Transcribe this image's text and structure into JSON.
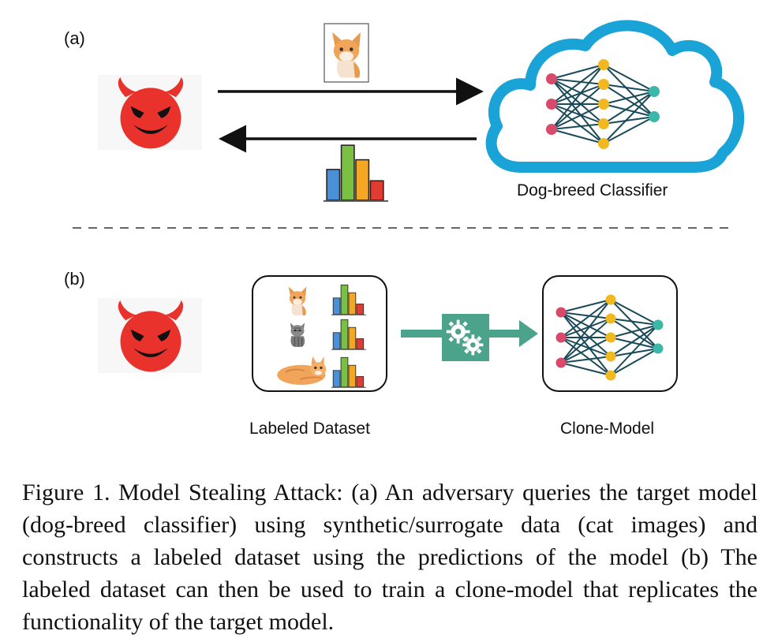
{
  "panel_a": {
    "label": "(a)",
    "classifier_label": "Dog-breed Classifier"
  },
  "panel_b": {
    "label": "(b)",
    "dataset_label": "Labeled Dataset",
    "clone_label": "Clone-Model"
  },
  "colors": {
    "devil_red": "#e8322b",
    "cloud_blue": "#1aa3d6",
    "input_node": "#d94a6a",
    "hidden_node": "#f2b820",
    "output_node": "#3ab8a8",
    "edge": "#1a4a5a",
    "training_arrow": "#4aa38a",
    "bar_blue": "#4a90d9",
    "bar_green": "#7ac143",
    "bar_orange": "#f5a623",
    "bar_red": "#e03c31"
  },
  "caption": "Figure 1. Model Stealing Attack: (a) An adversary queries the target model (dog-breed classifier) using synthetic/surrogate data (cat images) and constructs a labeled dataset using the predictions of the model (b) The labeled dataset can then be used to train a clone-model that replicates the functionality of the target model."
}
